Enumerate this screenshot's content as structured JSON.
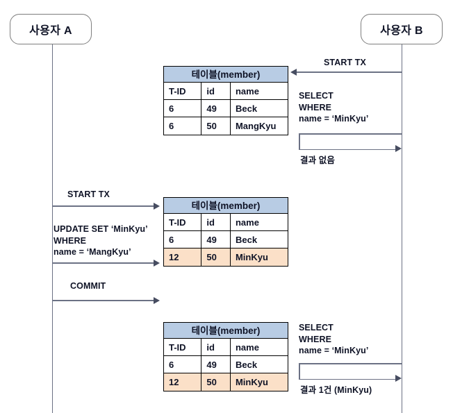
{
  "diagram": {
    "type": "sequence-diagram",
    "title_hidden": true,
    "colors": {
      "table_header": "#b8cce4",
      "row_highlight": "#fbe0c8",
      "arrow": "#6b7184",
      "actor_border": "#7d7d7d",
      "table_border": "#000000"
    }
  },
  "actors": {
    "left": {
      "label": "사용자 A"
    },
    "right": {
      "label": "사용자 B"
    }
  },
  "tables": [
    {
      "title": "테이블(member)",
      "columns": [
        "T-ID",
        "id",
        "name"
      ],
      "rows": [
        {
          "cells": [
            "6",
            "49",
            "Beck"
          ],
          "highlight": false
        },
        {
          "cells": [
            "6",
            "50",
            "MangKyu"
          ],
          "highlight": false
        }
      ]
    },
    {
      "title": "테이블(member)",
      "columns": [
        "T-ID",
        "id",
        "name"
      ],
      "rows": [
        {
          "cells": [
            "6",
            "49",
            "Beck"
          ],
          "highlight": false
        },
        {
          "cells": [
            "12",
            "50",
            "MinKyu"
          ],
          "highlight": true
        }
      ]
    },
    {
      "title": "테이블(member)",
      "columns": [
        "T-ID",
        "id",
        "name"
      ],
      "rows": [
        {
          "cells": [
            "6",
            "49",
            "Beck"
          ],
          "highlight": false
        },
        {
          "cells": [
            "12",
            "50",
            "MinKyu"
          ],
          "highlight": true
        }
      ]
    }
  ],
  "messages": {
    "b_start_tx": "START TX",
    "b_select_1": "SELECT\nWHERE\nname = ‘MinKyu’",
    "b_result_1": "결과 없음",
    "a_start_tx": "START TX",
    "a_update": "UPDATE SET ‘MinKyu’\nWHERE\nname = ‘MangKyu’",
    "a_commit": "COMMIT",
    "b_select_2": "SELECT\nWHERE\nname = ‘MinKyu’",
    "b_result_2": "결과 1건 (MinKyu)"
  }
}
